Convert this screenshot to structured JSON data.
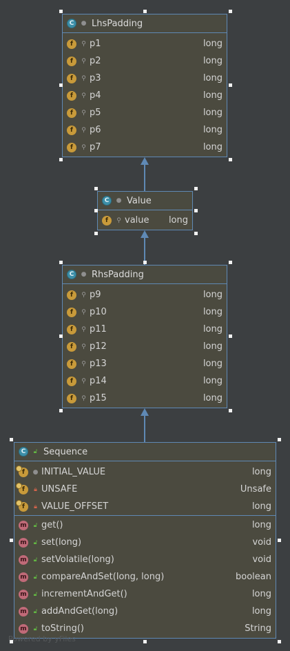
{
  "lhs": {
    "title": "LhsPadding",
    "fields": [
      {
        "name": "p1",
        "type": "long"
      },
      {
        "name": "p2",
        "type": "long"
      },
      {
        "name": "p3",
        "type": "long"
      },
      {
        "name": "p4",
        "type": "long"
      },
      {
        "name": "p5",
        "type": "long"
      },
      {
        "name": "p6",
        "type": "long"
      },
      {
        "name": "p7",
        "type": "long"
      }
    ]
  },
  "value": {
    "title": "Value",
    "fields": [
      {
        "name": "value",
        "type": "long"
      }
    ]
  },
  "rhs": {
    "title": "RhsPadding",
    "fields": [
      {
        "name": "p9",
        "type": "long"
      },
      {
        "name": "p10",
        "type": "long"
      },
      {
        "name": "p11",
        "type": "long"
      },
      {
        "name": "p12",
        "type": "long"
      },
      {
        "name": "p13",
        "type": "long"
      },
      {
        "name": "p14",
        "type": "long"
      },
      {
        "name": "p15",
        "type": "long"
      }
    ]
  },
  "sequence": {
    "title": "Sequence",
    "fields": [
      {
        "name": "INITIAL_VALUE",
        "type": "long"
      },
      {
        "name": "UNSAFE",
        "type": "Unsafe"
      },
      {
        "name": "VALUE_OFFSET",
        "type": "long"
      }
    ],
    "methods": [
      {
        "name": "get()",
        "type": "long"
      },
      {
        "name": "set(long)",
        "type": "void"
      },
      {
        "name": "setVolatile(long)",
        "type": "void"
      },
      {
        "name": "compareAndSet(long, long)",
        "type": "boolean"
      },
      {
        "name": "incrementAndGet()",
        "type": "long"
      },
      {
        "name": "addAndGet(long)",
        "type": "long"
      },
      {
        "name": "toString()",
        "type": "String"
      }
    ]
  },
  "badges": {
    "class": "C",
    "field": "f",
    "method": "m"
  },
  "icons": {
    "class": "class-icon",
    "field": "field-icon",
    "method": "method-icon",
    "static_pin": "static-pin-icon",
    "package": "package-private-icon",
    "private": "lock-icon",
    "public": "unlock-icon"
  },
  "colors": {
    "background": "#3c3f41",
    "node": "#4b4a3f",
    "border": "#5f89b5",
    "class_badge": "#3d8fa8",
    "field_badge": "#c89a3a",
    "method_badge": "#c06a78"
  },
  "watermark": "Powered by yFiles"
}
